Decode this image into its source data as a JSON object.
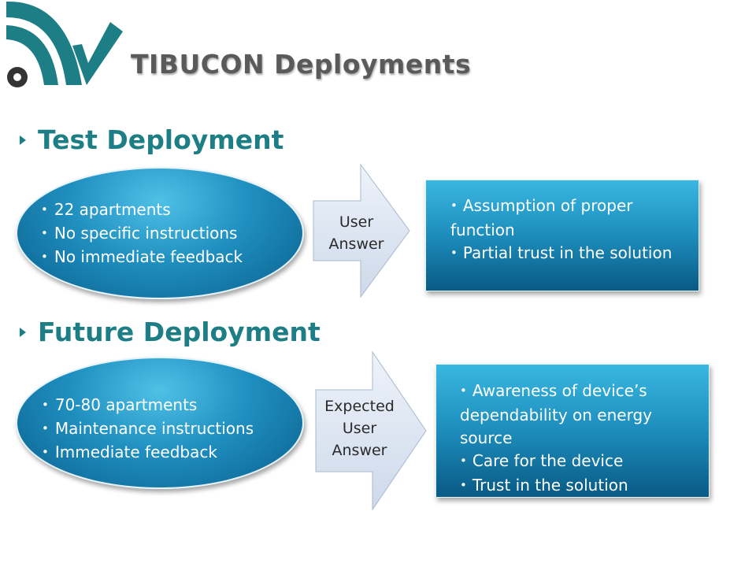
{
  "header": {
    "title": "TIBUCON Deployments"
  },
  "colors": {
    "teal": "#1d7f85",
    "logo_dark": "#333333",
    "title_gray": "#5a5a5a",
    "arrow_fill": "#d6e0ee",
    "shape_blue": "#1f8fc0"
  },
  "test_deployment": {
    "heading": "Test Deployment",
    "conditions": [
      "22 apartments",
      "No specific instructions",
      "No immediate feedback"
    ],
    "arrow_label_lines": [
      "User",
      "Answer"
    ],
    "results": [
      "Assumption of proper function",
      "Partial trust in the solution"
    ]
  },
  "future_deployment": {
    "heading": "Future Deployment",
    "conditions": [
      "70-80 apartments",
      "Maintenance instructions",
      "Immediate feedback"
    ],
    "arrow_label_lines": [
      "Expected",
      "User",
      "Answer"
    ],
    "results": [
      "Awareness of device’s dependability on energy source",
      "Care for the device",
      "Trust in the solution"
    ]
  }
}
